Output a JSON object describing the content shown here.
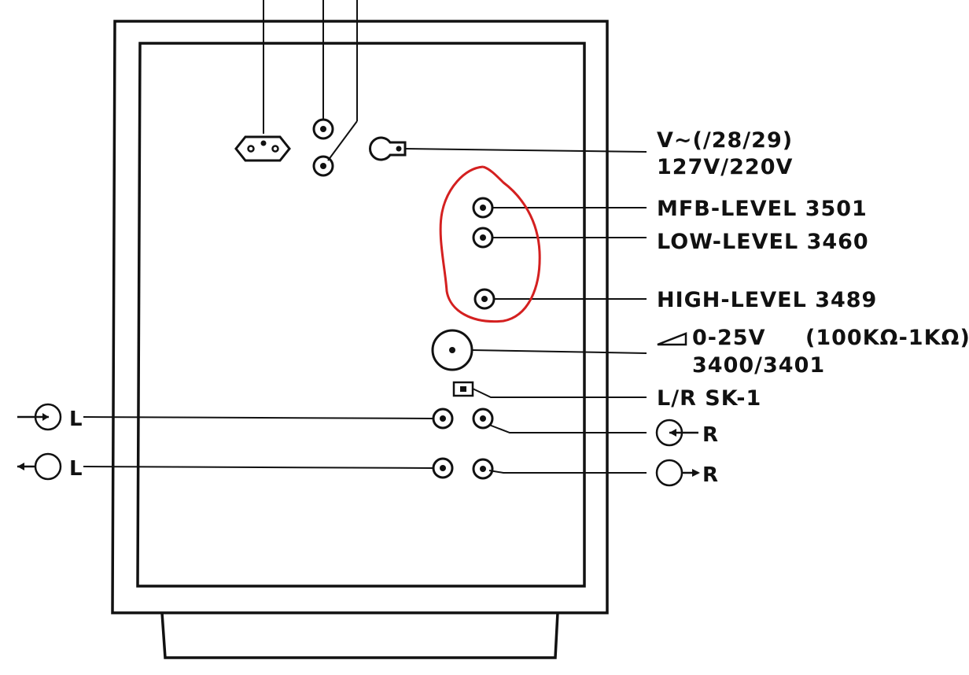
{
  "diagram": {
    "labels": {
      "mains_voltage_line1": "V~(/28/29)",
      "mains_voltage_line2": "127V/220V",
      "mfb_level": "MFB-LEVEL 3501",
      "low_level": "LOW-LEVEL 3460",
      "high_level": "HIGH-LEVEL 3489",
      "volume_line1": "0-25V",
      "volume_resistance": "(100KΩ-1KΩ)",
      "volume_line2": "3400/3401",
      "switch": "L/R SK-1",
      "left_in": "L",
      "left_out": "L",
      "right_in": "R",
      "right_out": "R"
    },
    "annotation_color": "#d42020",
    "line_color": "#111111",
    "icons": [
      "mains-socket-icon",
      "fuse-holder-icon",
      "voltage-selector-icon",
      "potentiometer-icon",
      "rca-jack-icon",
      "slide-switch-icon",
      "arrow-icon"
    ]
  }
}
